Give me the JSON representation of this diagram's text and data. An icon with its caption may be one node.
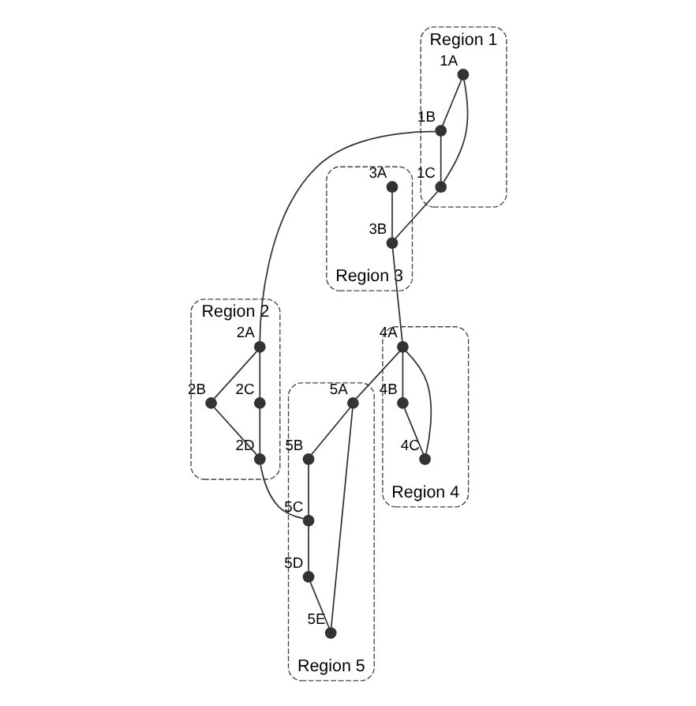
{
  "diagram": {
    "nodes": [
      {
        "text": [
          "Region 1"
        ]
      },
      {
        "text": [],
        "shape": "circle",
        "beside": [
          "1A"
        ],
        "in": 0
      },
      {
        "text": [],
        "shape": "circle",
        "beside": [
          "1B"
        ],
        "in": 0
      },
      {
        "text": [],
        "shape": "circle",
        "beside": [
          "1C"
        ],
        "in": 0
      },
      {
        "text": [
          "Region 2"
        ]
      },
      {
        "text": [],
        "shape": "circle",
        "beside": [
          "2A"
        ],
        "in": 4
      },
      {
        "text": [],
        "shape": "circle",
        "beside": [
          "2B"
        ],
        "in": 4
      },
      {
        "text": [],
        "shape": "circle",
        "beside": [
          "2C"
        ],
        "in": 4
      },
      {
        "text": [],
        "shape": "circle",
        "beside": [
          "2D"
        ],
        "in": 4
      },
      {
        "text": [
          "Region 3"
        ]
      },
      {
        "text": [],
        "shape": "circle",
        "beside": [
          "3A"
        ],
        "in": 9
      },
      {
        "text": [],
        "shape": "circle",
        "beside": [
          "3B"
        ],
        "in": 9
      },
      {
        "text": [
          "Region 4"
        ]
      },
      {
        "text": [],
        "shape": "circle",
        "beside": [
          "4A"
        ],
        "in": 12
      },
      {
        "text": [],
        "shape": "circle",
        "beside": [
          "4B"
        ],
        "in": 12
      },
      {
        "text": [],
        "shape": "circle",
        "beside": [
          "4C"
        ],
        "in": 12
      },
      {
        "text": [
          "Region 5"
        ]
      },
      {
        "text": [],
        "shape": "circle",
        "beside": [
          "5A"
        ],
        "in": 16
      },
      {
        "text": [],
        "shape": "circle",
        "beside": [
          "5B"
        ],
        "in": 16
      },
      {
        "text": [],
        "shape": "circle",
        "beside": [
          "5C"
        ],
        "in": 16
      },
      {
        "text": [],
        "shape": "circle",
        "beside": [
          "5D"
        ],
        "in": 16
      },
      {
        "text": [],
        "shape": "circle",
        "beside": [
          "5E"
        ],
        "in": 16
      }
    ],
    "edges": [
      {
        "from": 1,
        "to": 2,
        "arrow": "none"
      },
      {
        "from": 1,
        "to": 3,
        "arrow": "none"
      },
      {
        "from": 2,
        "to": 3,
        "arrow": "none"
      },
      {
        "from": 2,
        "to": 5,
        "arrow": "none"
      },
      {
        "from": 5,
        "to": 6,
        "arrow": "none"
      },
      {
        "from": 5,
        "to": 7,
        "arrow": "none"
      },
      {
        "from": 6,
        "to": 8,
        "arrow": "none"
      },
      {
        "from": 7,
        "to": 8,
        "arrow": "none"
      },
      {
        "from": 3,
        "to": 11,
        "arrow": "none"
      },
      {
        "from": 8,
        "to": 19,
        "arrow": "none"
      },
      {
        "from": 10,
        "to": 11,
        "arrow": "none"
      },
      {
        "from": 11,
        "to": 13,
        "arrow": "none"
      },
      {
        "from": 13,
        "to": 14,
        "arrow": "none"
      },
      {
        "from": 13,
        "to": 15,
        "arrow": "none"
      },
      {
        "from": 14,
        "to": 15,
        "arrow": "none"
      },
      {
        "from": 13,
        "to": 17,
        "arrow": "none"
      },
      {
        "from": 17,
        "to": 18,
        "arrow": "none"
      },
      {
        "from": 18,
        "to": 19,
        "arrow": "none"
      },
      {
        "from": 19,
        "to": 20,
        "arrow": "none"
      },
      {
        "from": 20,
        "to": 21,
        "arrow": "none"
      },
      {
        "from": 21,
        "to": 17,
        "arrow": "none"
      }
    ]
  }
}
